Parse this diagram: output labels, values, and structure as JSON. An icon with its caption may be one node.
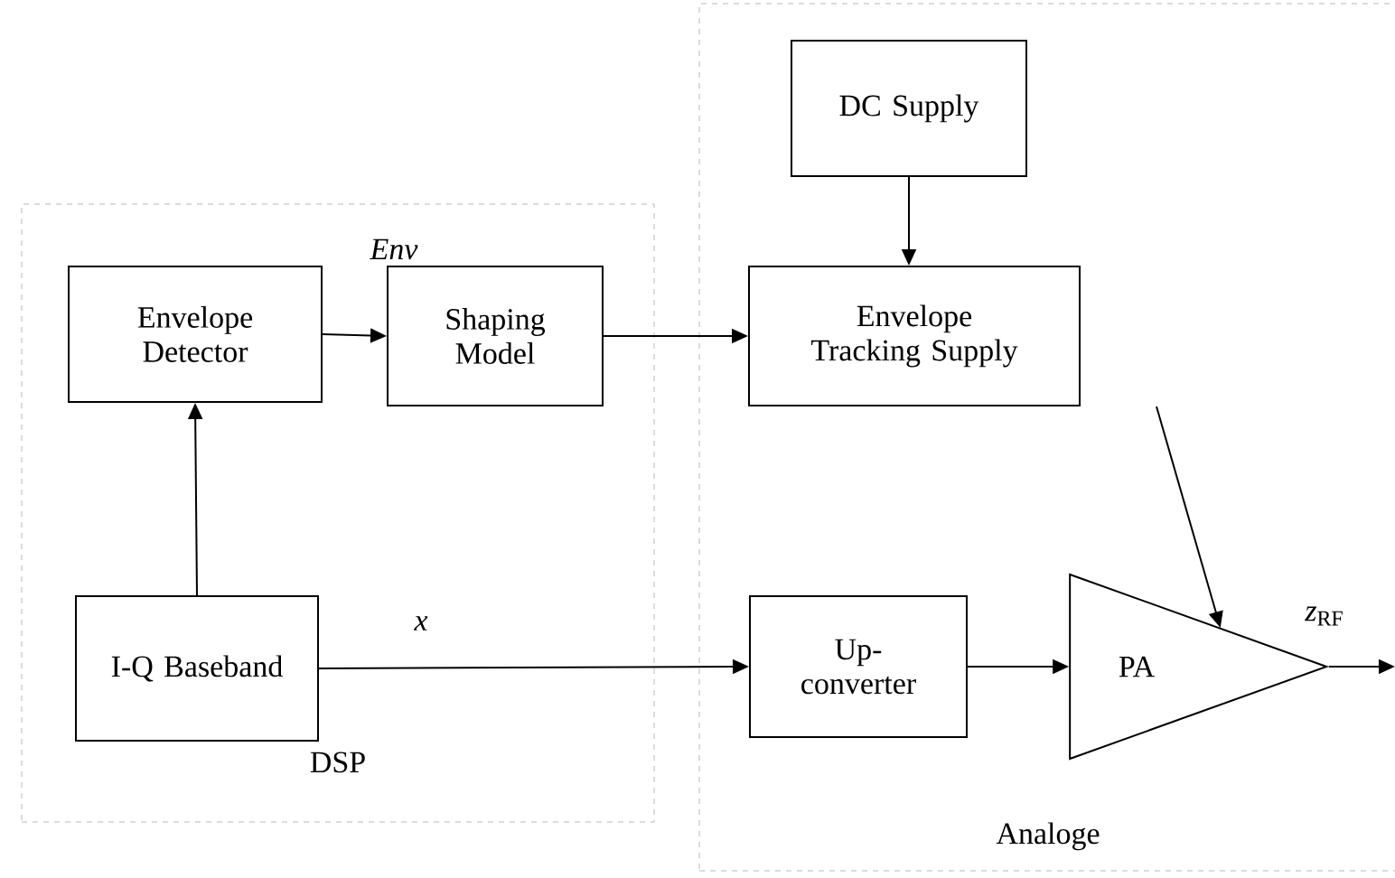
{
  "diagram": {
    "nodes": [
      {
        "text": [
          "DSP"
        ]
      },
      {
        "text": [
          "Envelope Detector"
        ],
        "in": 0
      },
      {
        "text": [
          "Shaping Model"
        ],
        "in": 0
      },
      {
        "text": [
          "I-Q Baseband"
        ],
        "in": 0
      },
      {
        "text": [
          "Analoge"
        ]
      },
      {
        "text": [
          "DC Supply"
        ],
        "in": 4
      },
      {
        "text": [
          "Envelope Tracking Supply"
        ],
        "in": 4
      },
      {
        "text": [
          "Up-converter"
        ],
        "in": 4
      },
      {
        "text": [
          "PA"
        ],
        "in": 4
      }
    ],
    "edges": [
      {
        "from": 3,
        "to": 1,
        "arrow": "to"
      },
      {
        "from": 1,
        "to": 2,
        "arrow": "to",
        "label": "*Env*"
      },
      {
        "from": 2,
        "to": 6,
        "arrow": "to"
      },
      {
        "from": 5,
        "to": 6,
        "arrow": "to"
      },
      {
        "from": 6,
        "to": 8,
        "arrow": "to"
      },
      {
        "from": 3,
        "to": 7,
        "arrow": "to",
        "label": "*x*"
      },
      {
        "from": 7,
        "to": 8,
        "arrow": "to"
      },
      {
        "from": 8,
        "to": null,
        "arrow": "to",
        "label": "*z*$_{RF}$"
      }
    ]
  }
}
